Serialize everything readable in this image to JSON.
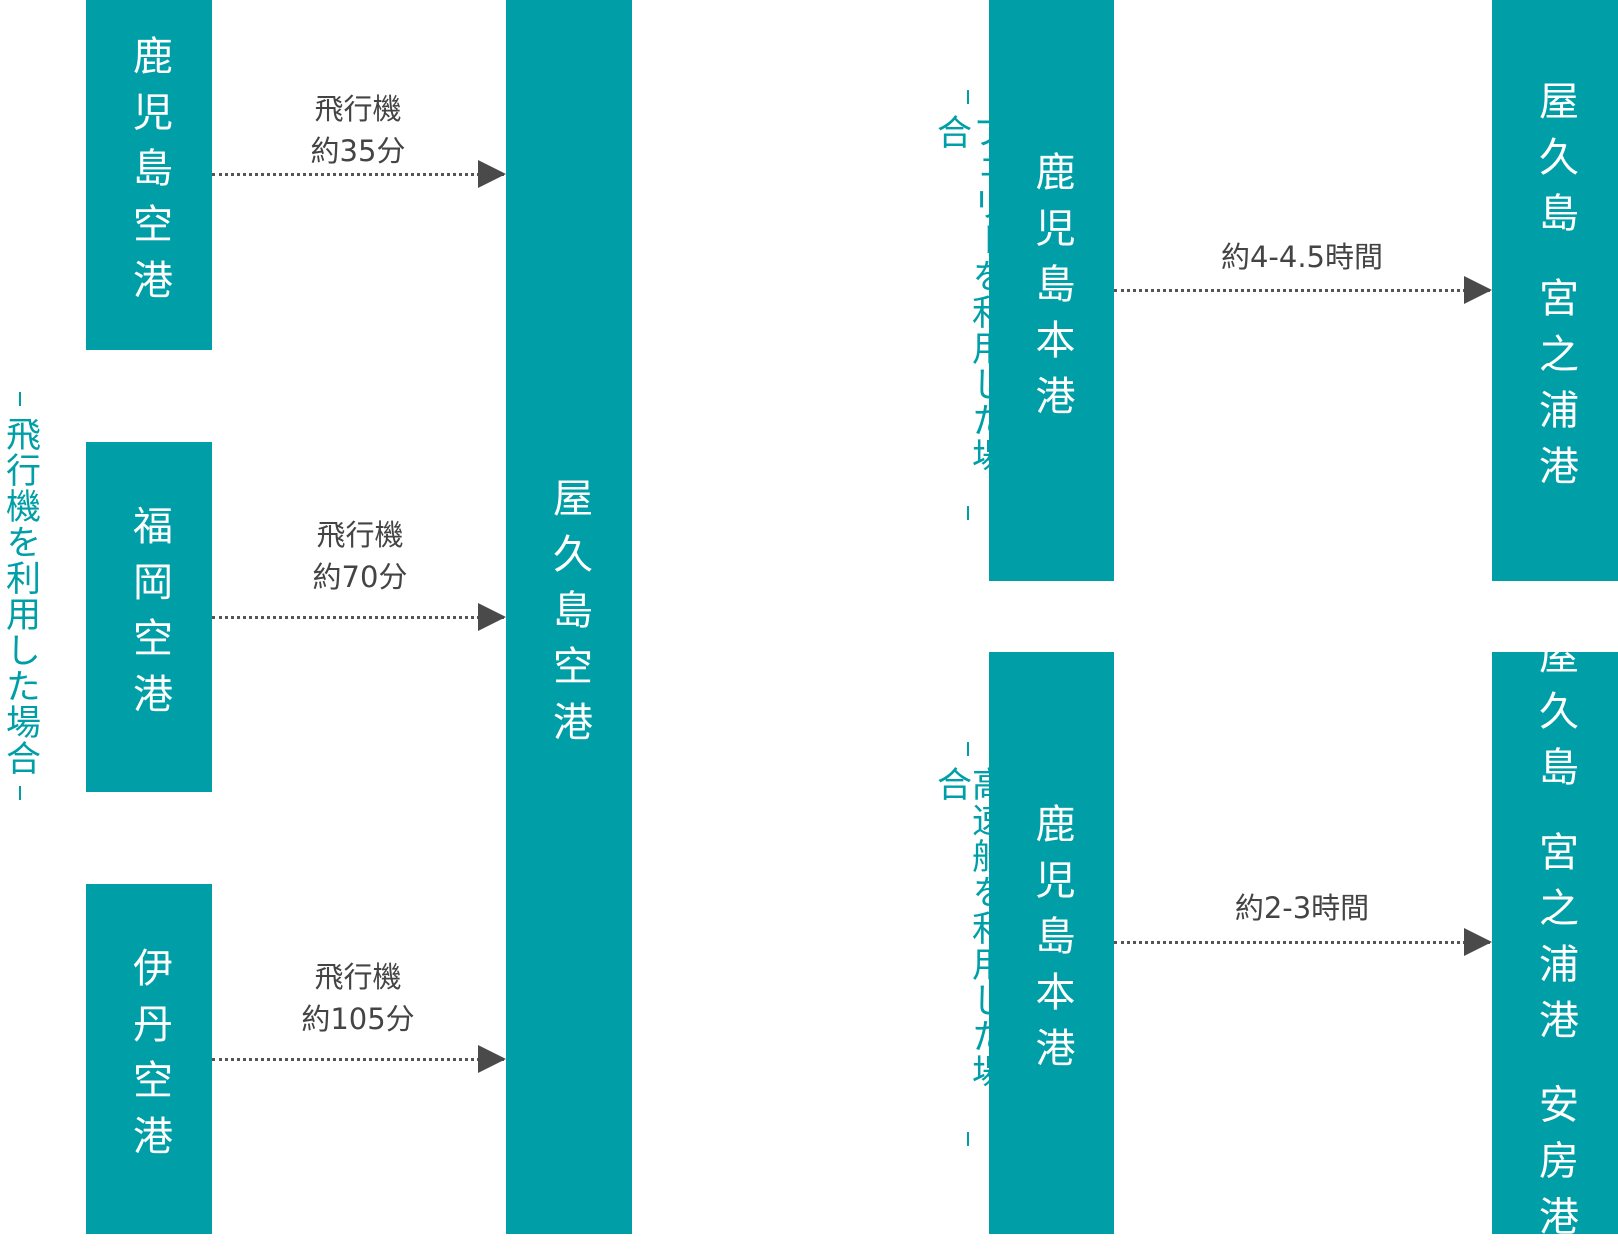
{
  "colors": {
    "accent": "#009fa8",
    "arrow": "#4a4a4a"
  },
  "plane": {
    "section_label": "飛行機を利用した場合",
    "origins": [
      "鹿児島空港",
      "福岡空港",
      "伊丹空港"
    ],
    "destination": "屋久島空港",
    "routes": [
      {
        "mode": "飛行機",
        "time": "約35分"
      },
      {
        "mode": "飛行機",
        "time": "約70分"
      },
      {
        "mode": "飛行機",
        "time": "約105分"
      }
    ]
  },
  "ferry": {
    "section_label": "フェリーを利用した場合",
    "origin": "鹿児島本港",
    "destination": "屋久島 宮之浦港",
    "time": "約4-4.5時間"
  },
  "highspeed": {
    "section_label": "高速船を利用した場合",
    "origin": "鹿児島本港",
    "destination": "屋久島 宮之浦港 安房港",
    "time": "約2-3時間"
  }
}
